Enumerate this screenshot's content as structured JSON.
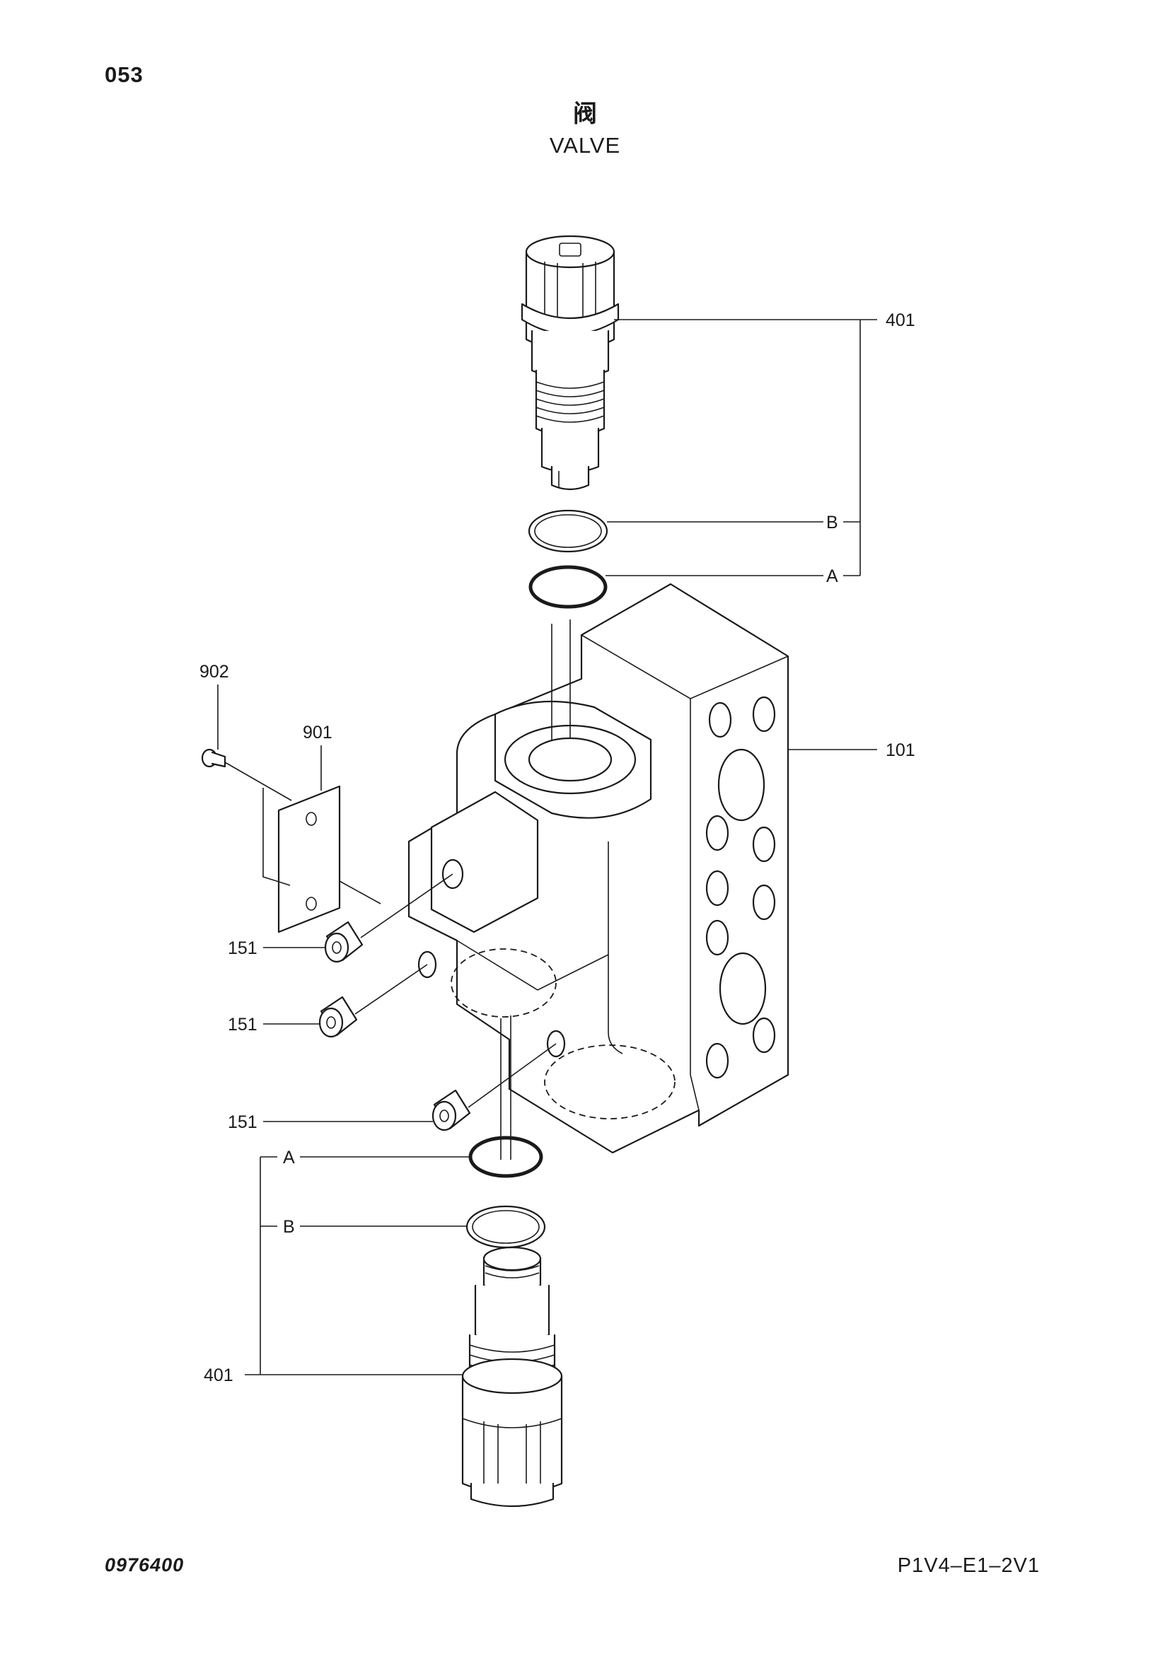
{
  "header": {
    "page_number": "053",
    "title_cn": "阀",
    "title_en": "VALVE"
  },
  "diagram": {
    "callouts": {
      "relief_valve_top": "401",
      "relief_valve_bottom": "401",
      "valve_body": "101",
      "plug_1": "151",
      "plug_2": "151",
      "plug_3": "151",
      "name_plate": "901",
      "rivet_screw": "902",
      "o_ring_top": "A",
      "backup_ring_top": "B",
      "o_ring_bottom": "A",
      "backup_ring_bottom": "B"
    }
  },
  "footer": {
    "drawing_number": "0976400",
    "model_code": "P1V4–E1–2V1"
  }
}
